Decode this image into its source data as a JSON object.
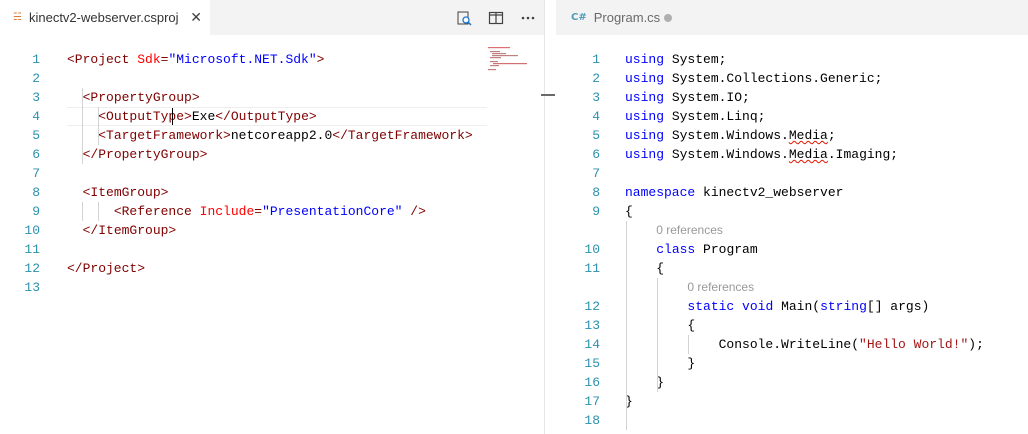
{
  "left_editor": {
    "tab": {
      "label": "kinectv2-webserver.csproj",
      "icon": "rss-icon"
    },
    "actions": [
      "open-preview-icon",
      "split-editor-icon",
      "more-actions-icon"
    ],
    "lines": [
      {
        "n": "1",
        "tokens": [
          [
            "t-tag",
            "<Project "
          ],
          [
            "t-attr",
            "Sdk"
          ],
          [
            "t-tag",
            "="
          ],
          [
            "t-str",
            "\"Microsoft.NET.Sdk\""
          ],
          [
            "t-tag",
            ">"
          ]
        ]
      },
      {
        "n": "2",
        "tokens": []
      },
      {
        "n": "3",
        "tokens": [
          [
            "t-txt",
            "  "
          ],
          [
            "t-tag",
            "<PropertyGroup>"
          ]
        ]
      },
      {
        "n": "4",
        "tokens": [
          [
            "t-txt",
            "    "
          ],
          [
            "t-tag",
            "<OutputType>"
          ],
          [
            "t-txt",
            "Exe"
          ],
          [
            "t-tag",
            "</OutputType>"
          ]
        ]
      },
      {
        "n": "5",
        "tokens": [
          [
            "t-txt",
            "    "
          ],
          [
            "t-tag",
            "<TargetFramework>"
          ],
          [
            "t-txt",
            "netcoreapp2.0"
          ],
          [
            "t-tag",
            "</TargetFramework>"
          ]
        ]
      },
      {
        "n": "6",
        "tokens": [
          [
            "t-txt",
            "  "
          ],
          [
            "t-tag",
            "</PropertyGroup>"
          ]
        ]
      },
      {
        "n": "7",
        "tokens": []
      },
      {
        "n": "8",
        "tokens": [
          [
            "t-txt",
            "  "
          ],
          [
            "t-tag",
            "<ItemGroup>"
          ]
        ]
      },
      {
        "n": "9",
        "tokens": [
          [
            "t-txt",
            "      "
          ],
          [
            "t-tag",
            "<Reference "
          ],
          [
            "t-attr",
            "Include"
          ],
          [
            "t-tag",
            "="
          ],
          [
            "t-str",
            "\"PresentationCore\""
          ],
          [
            "t-tag",
            " />"
          ]
        ]
      },
      {
        "n": "10",
        "tokens": [
          [
            "t-txt",
            "  "
          ],
          [
            "t-tag",
            "</ItemGroup>"
          ]
        ]
      },
      {
        "n": "11",
        "tokens": []
      },
      {
        "n": "12",
        "tokens": [
          [
            "t-tag",
            "</Project>"
          ]
        ]
      },
      {
        "n": "13",
        "tokens": []
      }
    ]
  },
  "right_editor": {
    "tab": {
      "label": "Program.cs",
      "icon": "csharp-file-icon",
      "dirty": true
    },
    "rows": [
      {
        "type": "code",
        "n": "1",
        "tokens": [
          [
            "kw",
            "using"
          ],
          [
            "pl",
            " System;"
          ]
        ]
      },
      {
        "type": "code",
        "n": "2",
        "tokens": [
          [
            "kw",
            "using"
          ],
          [
            "pl",
            " System.Collections.Generic;"
          ]
        ]
      },
      {
        "type": "code",
        "n": "3",
        "tokens": [
          [
            "kw",
            "using"
          ],
          [
            "pl",
            " System.IO;"
          ]
        ]
      },
      {
        "type": "code",
        "n": "4",
        "tokens": [
          [
            "kw",
            "using"
          ],
          [
            "pl",
            " System.Linq;"
          ]
        ]
      },
      {
        "type": "code",
        "n": "5",
        "tokens": [
          [
            "kw",
            "using"
          ],
          [
            "pl",
            " System.Windows."
          ],
          [
            "squig",
            "Media"
          ],
          [
            "pl",
            ";"
          ]
        ]
      },
      {
        "type": "code",
        "n": "6",
        "tokens": [
          [
            "kw",
            "using"
          ],
          [
            "pl",
            " System.Windows."
          ],
          [
            "squig",
            "Media"
          ],
          [
            "pl",
            ".Imaging;"
          ]
        ]
      },
      {
        "type": "code",
        "n": "7",
        "tokens": []
      },
      {
        "type": "code",
        "n": "8",
        "tokens": [
          [
            "kw",
            "namespace"
          ],
          [
            "pl",
            " kinectv2_webserver"
          ]
        ]
      },
      {
        "type": "code",
        "n": "9",
        "tokens": [
          [
            "pl",
            "{"
          ]
        ]
      },
      {
        "type": "lens",
        "indent": "    ",
        "text": "0 references"
      },
      {
        "type": "code",
        "n": "10",
        "tokens": [
          [
            "pl",
            "    "
          ],
          [
            "kw",
            "class"
          ],
          [
            "pl",
            " Program"
          ]
        ]
      },
      {
        "type": "code",
        "n": "11",
        "tokens": [
          [
            "pl",
            "    {"
          ]
        ]
      },
      {
        "type": "lens",
        "indent": "        ",
        "text": "0 references"
      },
      {
        "type": "code",
        "n": "12",
        "tokens": [
          [
            "pl",
            "        "
          ],
          [
            "kw",
            "static"
          ],
          [
            "pl",
            " "
          ],
          [
            "kw",
            "void"
          ],
          [
            "pl",
            " Main("
          ],
          [
            "kw",
            "string"
          ],
          [
            "pl",
            "[] args)"
          ]
        ]
      },
      {
        "type": "code",
        "n": "13",
        "tokens": [
          [
            "pl",
            "        {"
          ]
        ]
      },
      {
        "type": "code",
        "n": "14",
        "tokens": [
          [
            "pl",
            "            Console.WriteLine("
          ],
          [
            "cstr",
            "\"Hello World!\""
          ],
          [
            "pl",
            ");"
          ]
        ]
      },
      {
        "type": "code",
        "n": "15",
        "tokens": [
          [
            "pl",
            "        }"
          ]
        ]
      },
      {
        "type": "code",
        "n": "16",
        "tokens": [
          [
            "pl",
            "    }"
          ]
        ]
      },
      {
        "type": "code",
        "n": "17",
        "tokens": [
          [
            "pl",
            "}"
          ]
        ]
      },
      {
        "type": "code",
        "n": "18",
        "tokens": []
      }
    ]
  }
}
